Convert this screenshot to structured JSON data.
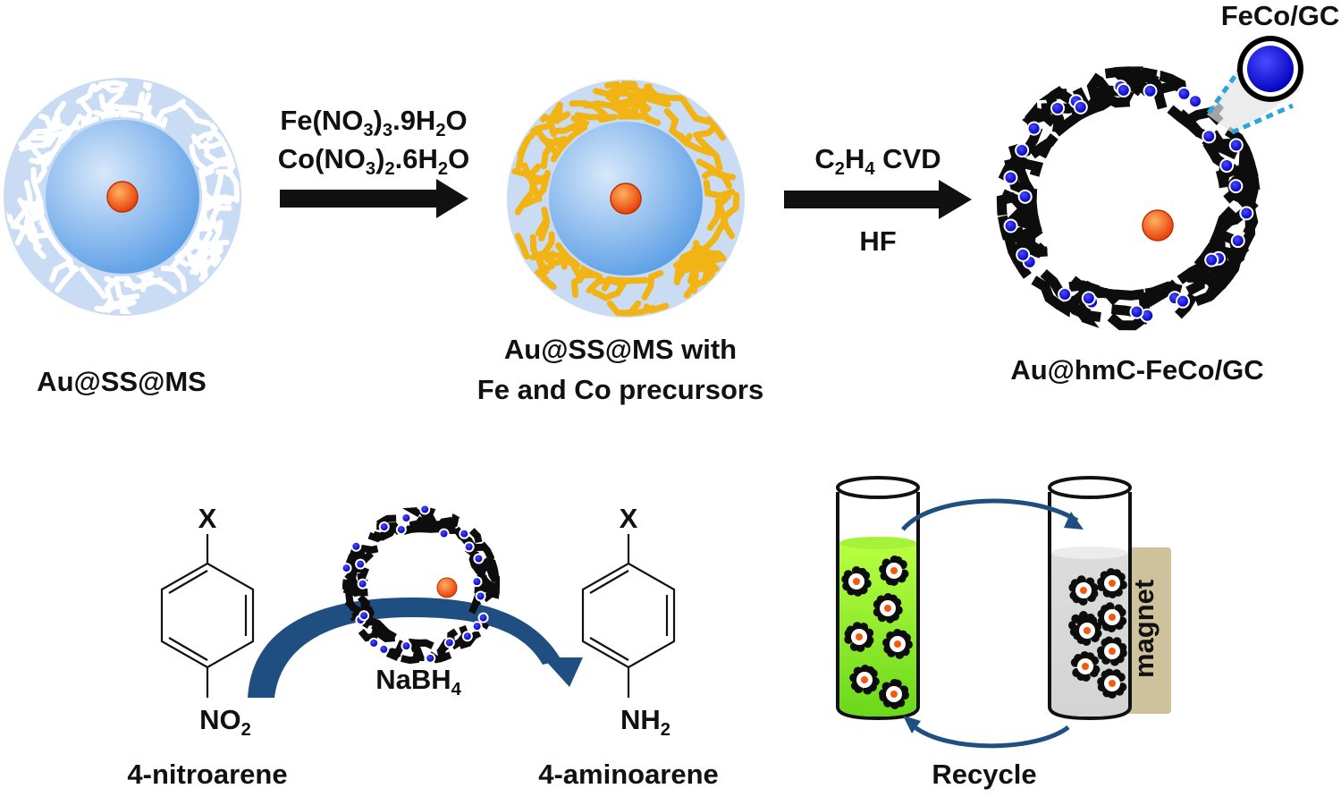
{
  "labels": {
    "au_ss_ms": "Au@SS@MS",
    "au_ss_ms_with_line1": "Au@SS@MS with",
    "au_ss_ms_with_line2": "Fe and Co precursors",
    "au_hmc": "Au@hmC-FeCo/GC",
    "feco_gc": "FeCo/GC",
    "cvd_main": "C",
    "cvd_sub": "2",
    "cvd_h": "H",
    "cvd_sub2": "4",
    "cvd_rest": " CVD",
    "hf": "HF",
    "nabh": "NaBH",
    "nabh_sub": "4",
    "nitroarene": "4-nitroarene",
    "aminoarene": "4-aminoarene",
    "recycle": "Recycle",
    "magnet": "magnet",
    "x_left": "X",
    "x_right": "X",
    "no2_main": "NO",
    "no2_sub": "2",
    "nh2_main": "NH",
    "nh2_sub": "2"
  },
  "reagents": {
    "fe_a": "Fe(NO",
    "fe_b": "3",
    "fe_c": ")",
    "fe_d": "3",
    "fe_e": ".9H",
    "fe_f": "2",
    "fe_g": "O",
    "co_a": "Co(NO",
    "co_b": "3",
    "co_c": ")",
    "co_d": "2",
    "co_e": ".6H",
    "co_f": "2",
    "co_g": "O"
  },
  "colors": {
    "core": "#f25a10",
    "silica": "#5ea6e8",
    "shell": "#c8dcf2",
    "precursor": "#f2b414",
    "carbon": "#0d0d0d",
    "feco": "#1010d8",
    "curved_arrow": "#1f4e80",
    "liquid": "#88ee22",
    "magnet": "#cdc29c"
  }
}
